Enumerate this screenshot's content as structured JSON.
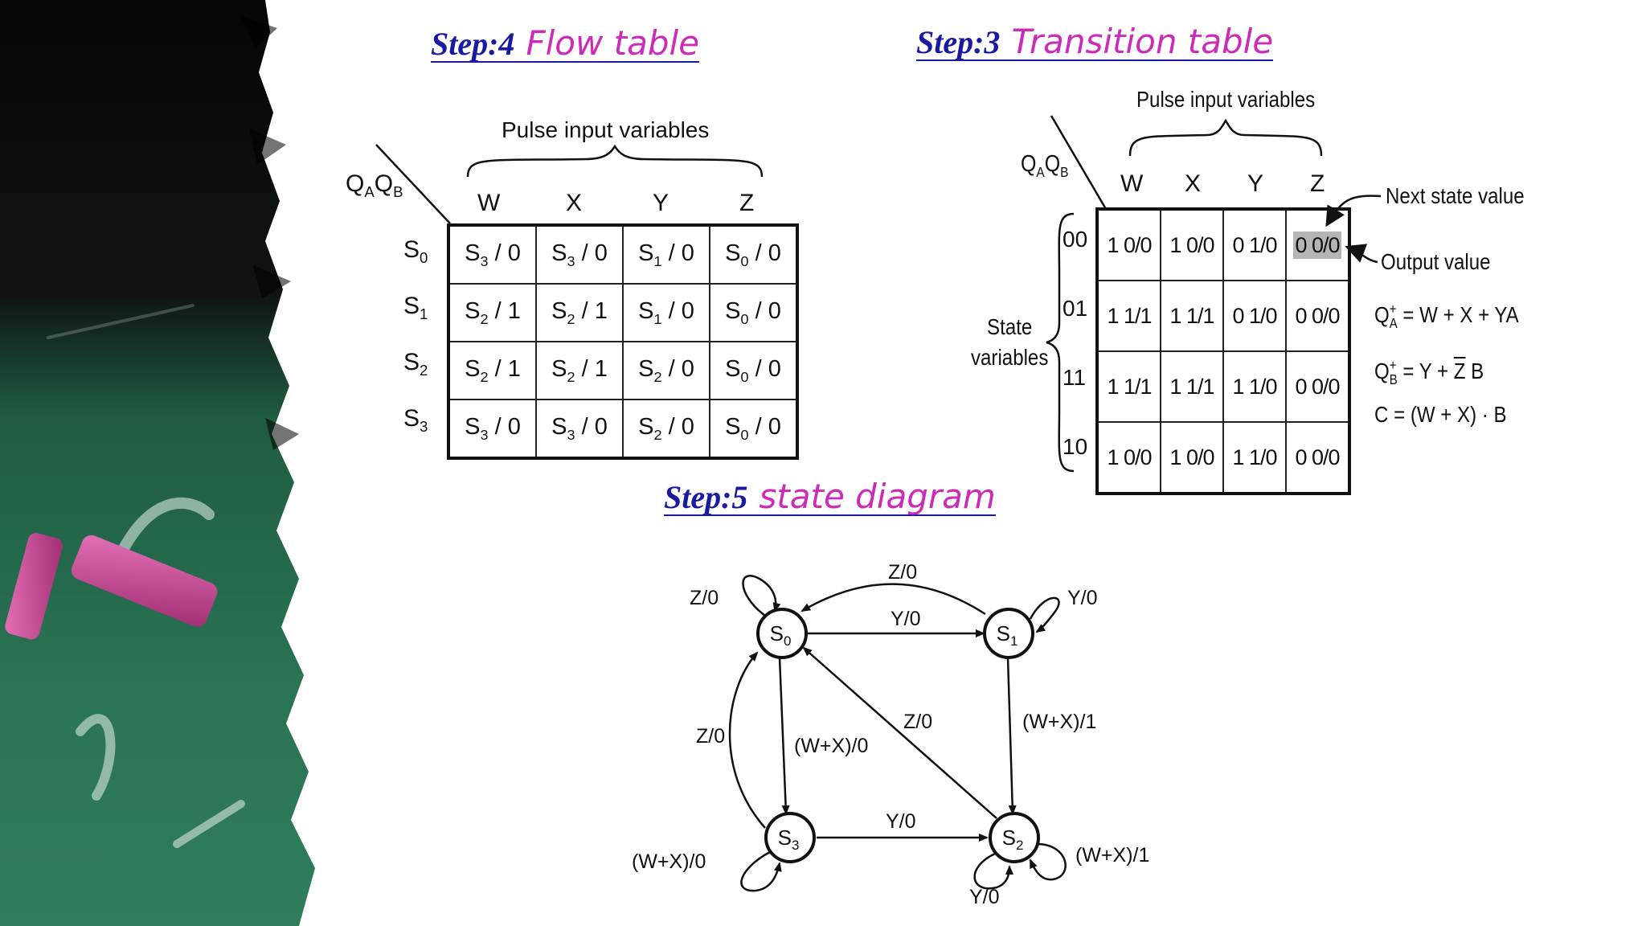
{
  "headings": {
    "flow": {
      "step": "Step:4",
      "title": "Flow table"
    },
    "transition": {
      "step": "Step:3",
      "title": "Transition table"
    },
    "diagram": {
      "step": "Step:5",
      "title": "state diagram"
    }
  },
  "colors": {
    "step": "#1a1aa0",
    "title": "#cc2ab8",
    "chalkboard": "#1f5c42",
    "chalk": "#c0488f"
  },
  "flow_table": {
    "pulse_label": "Pulse input variables",
    "corner": {
      "q": "Q",
      "a": "A",
      "b": "B"
    },
    "columns": [
      "W",
      "X",
      "Y",
      "Z"
    ],
    "rows": [
      {
        "label": "S",
        "sub": "0",
        "cells": [
          [
            "S",
            "3",
            "/ 0"
          ],
          [
            "S",
            "3",
            "/ 0"
          ],
          [
            "S",
            "1",
            "/ 0"
          ],
          [
            "S",
            "0",
            "/ 0"
          ]
        ]
      },
      {
        "label": "S",
        "sub": "1",
        "cells": [
          [
            "S",
            "2",
            "/ 1"
          ],
          [
            "S",
            "2",
            "/ 1"
          ],
          [
            "S",
            "1",
            "/ 0"
          ],
          [
            "S",
            "0",
            "/ 0"
          ]
        ]
      },
      {
        "label": "S",
        "sub": "2",
        "cells": [
          [
            "S",
            "2",
            "/ 1"
          ],
          [
            "S",
            "2",
            "/ 1"
          ],
          [
            "S",
            "2",
            "/ 0"
          ],
          [
            "S",
            "0",
            "/ 0"
          ]
        ]
      },
      {
        "label": "S",
        "sub": "3",
        "cells": [
          [
            "S",
            "3",
            "/ 0"
          ],
          [
            "S",
            "3",
            "/ 0"
          ],
          [
            "S",
            "2",
            "/ 0"
          ],
          [
            "S",
            "0",
            "/ 0"
          ]
        ]
      }
    ]
  },
  "transition_table": {
    "pulse_label": "Pulse input variables",
    "corner": {
      "q": "Q",
      "a": "A",
      "b": "B"
    },
    "columns": [
      "W",
      "X",
      "Y",
      "Z"
    ],
    "state_label": [
      "State",
      "variables"
    ],
    "rows": [
      {
        "code": "00",
        "cells": [
          "1 0/0",
          "1 0/0",
          "0 1/0",
          "0 0/0"
        ]
      },
      {
        "code": "01",
        "cells": [
          "1 1/1",
          "1 1/1",
          "0 1/0",
          "0 0/0"
        ]
      },
      {
        "code": "11",
        "cells": [
          "1 1/1",
          "1 1/1",
          "1 1/0",
          "0 0/0"
        ]
      },
      {
        "code": "10",
        "cells": [
          "1 0/0",
          "1 0/0",
          "1 1/0",
          "0 0/0"
        ]
      }
    ],
    "next_state_label": "Next state value",
    "output_label": "Output value",
    "equations": {
      "qa": {
        "lhs": "Q",
        "sup": "+",
        "sub": "A",
        "rhs": " = W + X + YA"
      },
      "qb": {
        "lhs": "Q",
        "sup": "+",
        "sub": "B",
        "rhs_pre": " = Y + ",
        "bar": "Z",
        "rhs_post": " B"
      },
      "c": "C = (W + X) · B"
    }
  },
  "state_diagram": {
    "states": [
      {
        "id": "s0",
        "label": "S",
        "sub": "0"
      },
      {
        "id": "s1",
        "label": "S",
        "sub": "1"
      },
      {
        "id": "s2",
        "label": "S",
        "sub": "2"
      },
      {
        "id": "s3",
        "label": "S",
        "sub": "3"
      }
    ],
    "edge_labels": {
      "s0_self": "Z/0",
      "s1_to_s0": "Z/0",
      "s0_to_s1": "Y/0",
      "s1_self": "Y/0",
      "s2_to_s0": "Z/0",
      "s3_to_s0": "Z/0",
      "s0_to_s3": "(W+X)/0",
      "s1_to_s2": "(W+X)/1",
      "s3_to_s2": "Y/0",
      "s3_self": "(W+X)/0",
      "s2_self_right": "(W+X)/1",
      "s2_self_bottom": "Y/0"
    }
  }
}
